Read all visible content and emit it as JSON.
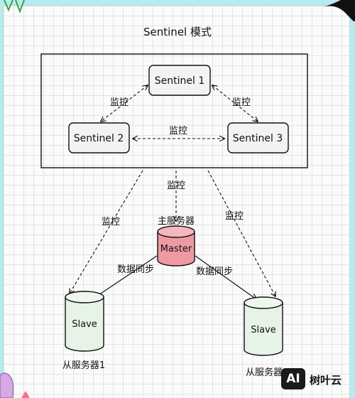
{
  "title": "Sentinel 模式",
  "nodes": {
    "sentinel1": "Sentinel 1",
    "sentinel2": "Sentinel 2",
    "sentinel3": "Sentinel 3",
    "master": "Master",
    "slave_left": "Slave",
    "slave_right": "Slave"
  },
  "labels": {
    "monitor_1_2": "监控",
    "monitor_1_3": "监控",
    "monitor_2_3": "监控",
    "monitor_master": "监控",
    "monitor_slave_left": "监控",
    "monitor_slave_right": "监控",
    "sync_left": "数据同步",
    "sync_right": "数据同步",
    "master_caption": "主服务器",
    "slave_left_caption": "从服务器1",
    "slave_right_caption": "从服务器"
  },
  "watermark": {
    "logo": "AI",
    "text": "树叶云"
  },
  "colors": {
    "outer_bg": "#b7ecef",
    "slave_fill": "#e8f3e8",
    "master_fill": "#ef9aa3",
    "sentinel_fill": "#f3f3f3"
  }
}
